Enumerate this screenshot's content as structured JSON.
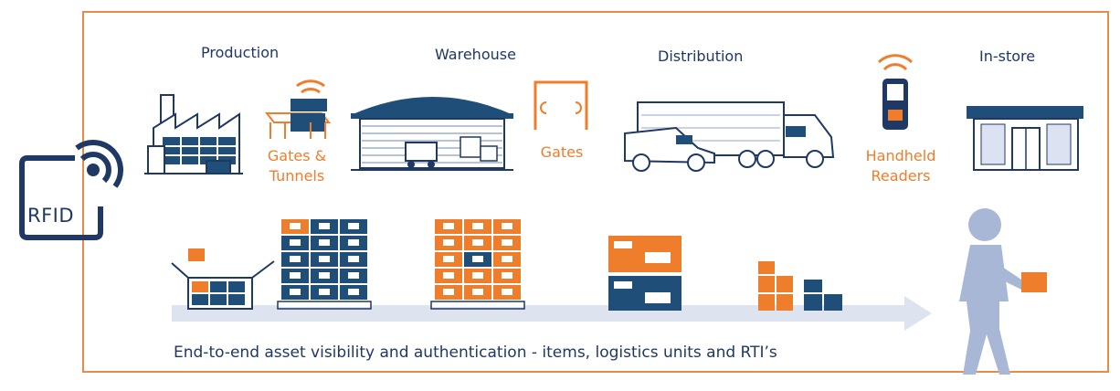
{
  "stages": {
    "production": "Production",
    "warehouse": "Warehouse",
    "distribution": "Distribution",
    "instore": "In-store"
  },
  "readers": {
    "gates_tunnels_line1": "Gates &",
    "gates_tunnels_line2": "Tunnels",
    "gates": "Gates",
    "handheld_line1": "Handheld",
    "handheld_line2": "Readers"
  },
  "badge": {
    "text": "RFID"
  },
  "caption": "End-to-end asset visibility and authentication - items, logistics units and RTI’s",
  "colors": {
    "navy": "#1f4e79",
    "dark_navy": "#1f3864",
    "orange": "#ee7d2c",
    "frame": "#e98a4b",
    "arrow": "#dde3ef",
    "person": "#a9b7d6"
  }
}
